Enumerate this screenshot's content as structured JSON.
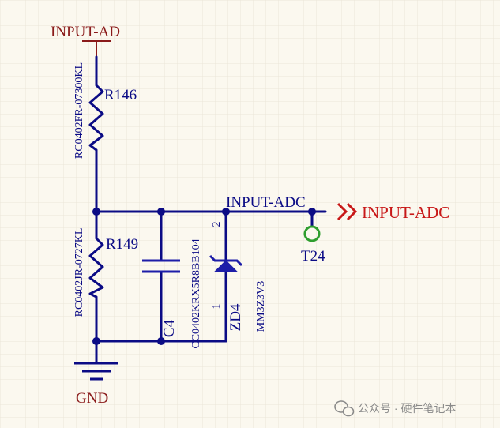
{
  "colors": {
    "background": "#fbf8ef",
    "grid": "#ebe6d8",
    "wire": "#0b0b85",
    "power": "#8a1a1a",
    "port": "#c81818",
    "testpoint": "#2f9e2f",
    "component": "#1d1da8",
    "watermark": "#8a8a8a"
  },
  "nets": {
    "input_ad": "INPUT-AD",
    "input_adc_label": "INPUT-ADC",
    "input_adc_port": "INPUT-ADC",
    "gnd": "GND"
  },
  "components": {
    "r146": {
      "designator": "R146",
      "part": "RC0402FR-07300KL"
    },
    "r149": {
      "designator": "R149",
      "part": "RC0402JR-0727KL"
    },
    "c4": {
      "designator": "C4",
      "part": "CC0402KRX5R8BB104"
    },
    "zd4": {
      "designator": "ZD4",
      "part": "MM3Z3V3",
      "pin_top": "2",
      "pin_bottom": "1"
    },
    "t24": {
      "designator": "T24"
    }
  },
  "watermark": {
    "text": "公众号 · 硬件笔记本",
    "icon": "wechat-icon"
  }
}
